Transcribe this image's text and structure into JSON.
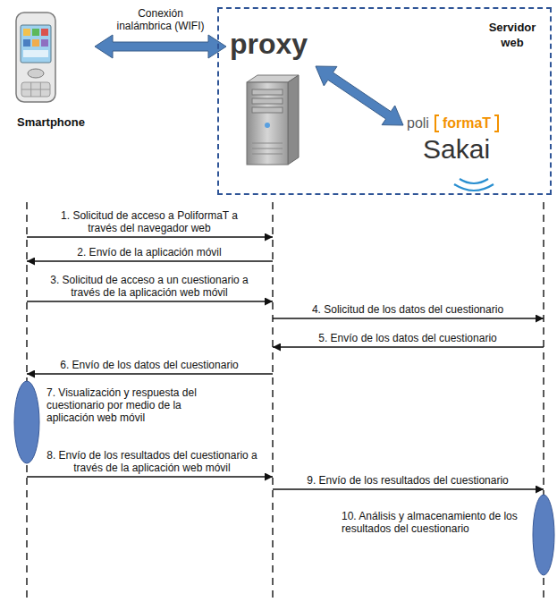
{
  "diagram": {
    "nodes": [
      {
        "text": [
          "Smartphone"
        ]
      },
      {
        "text": [
          "Servidor web"
        ]
      },
      {
        "text": [
          "proxy"
        ],
        "in": 1
      },
      {
        "text": [
          "poli",
          "formaT",
          "Sakai"
        ],
        "in": 1
      }
    ],
    "edges": [
      {
        "from": 0,
        "to": 2,
        "arrow": "both",
        "label": "Conexión inalámbrica (WIFI)"
      },
      {
        "from": 2,
        "to": 3,
        "arrow": "both"
      }
    ],
    "labels": [
      "1. Solicitud de acceso a PoliformaT a través del navegador web",
      "2. Envío de la aplicación móvil",
      "3. Solicitud de acceso a un cuestionario a través de la aplicación web móvil",
      "4. Solicitud de los datos del cuestionario",
      "5. Envío de los datos del cuestionario",
      "6. Envío de los datos del cuestionario",
      "7. Visualización y respuesta del cuestionario por medio de la aplicación web móvil",
      "8. Envío de los resultados del cuestionario a través de la aplicación web móvil",
      "9. Envío de los resultados del cuestionario",
      "10. Análisis y almacenamiento de los resultados del cuestionario"
    ]
  }
}
